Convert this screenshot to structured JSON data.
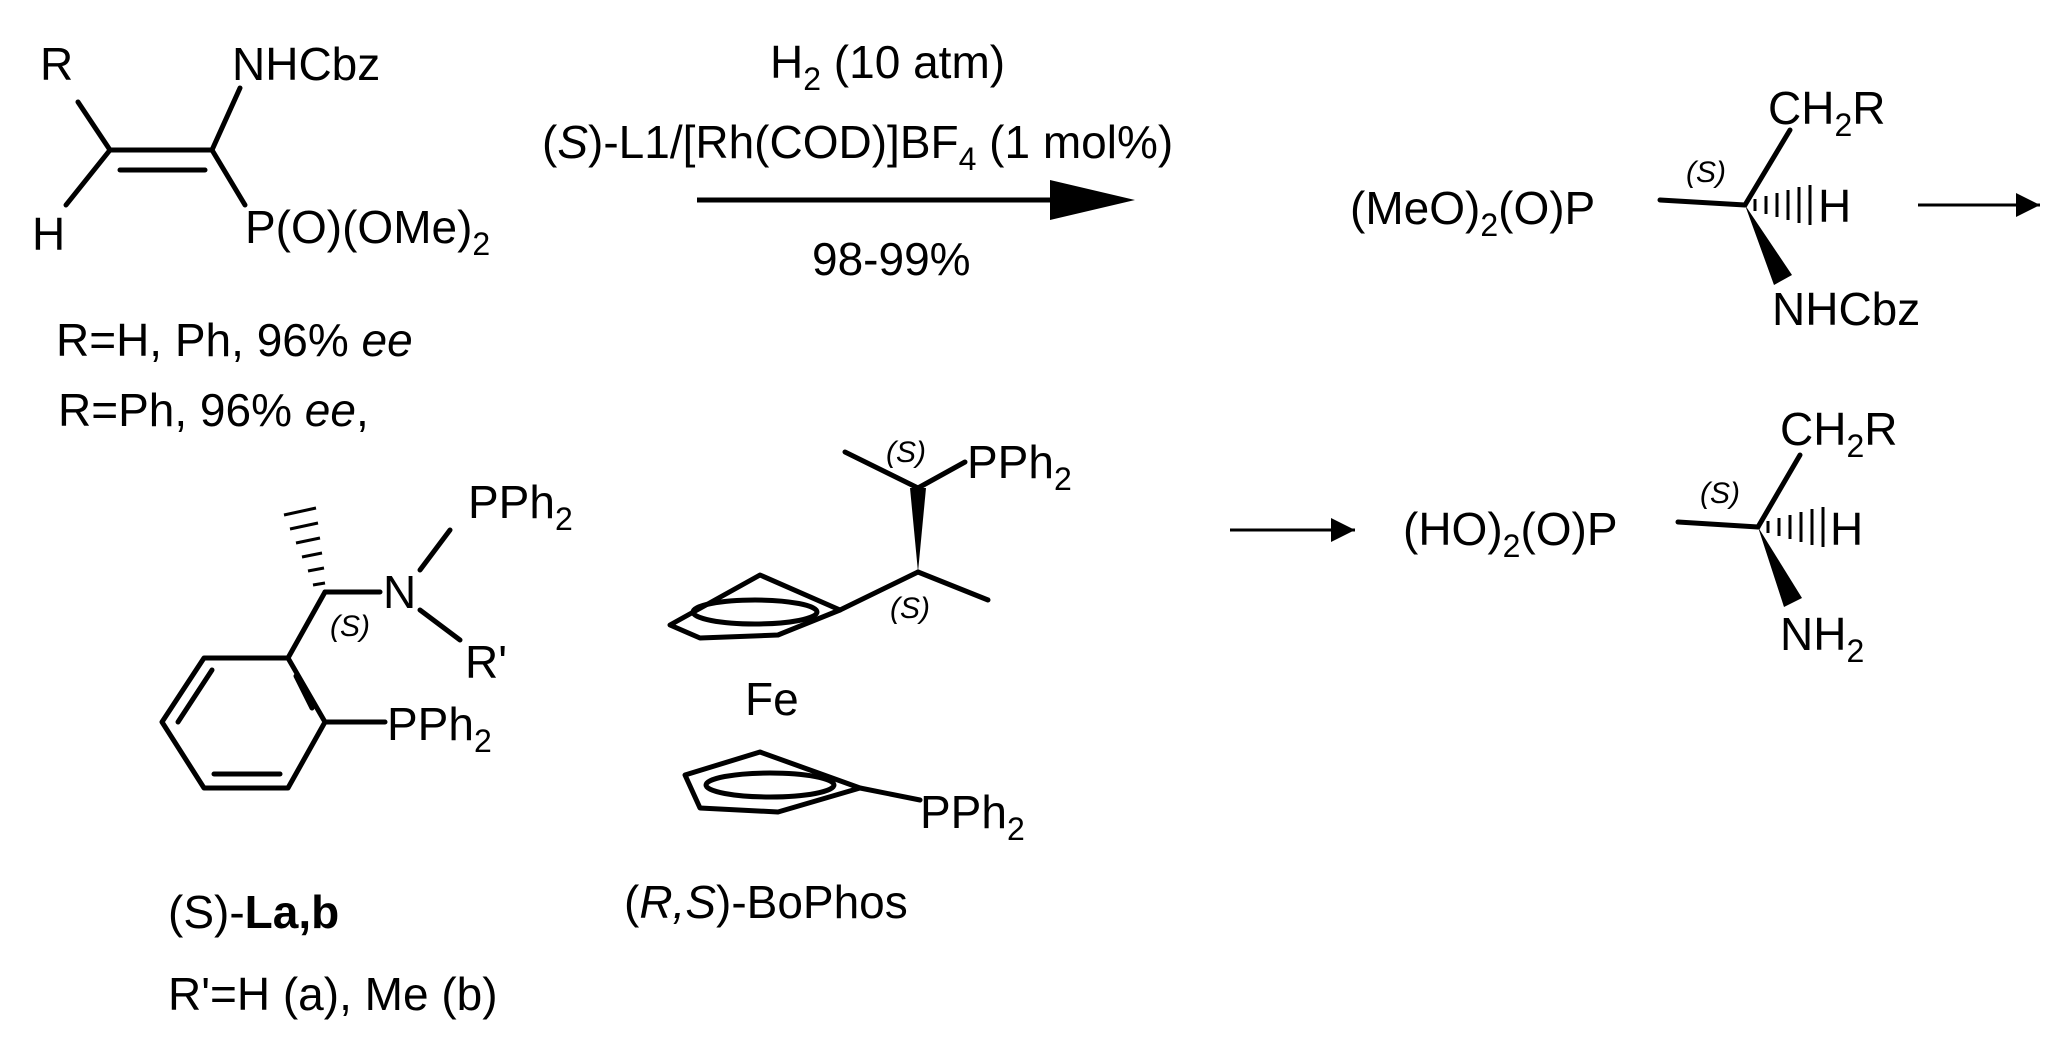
{
  "substrate": {
    "r": "R",
    "h": "H",
    "nhcbz": "NHCbz",
    "phosphonate": "P(O)(OMe)",
    "sub2": "2",
    "caption1_prefix": "R=H, Ph, 96% ",
    "caption1_ee": "ee",
    "caption2_prefix": "R=Ph, 96% ",
    "caption2_ee": "ee",
    "caption2_suffix": ","
  },
  "reaction": {
    "h2_prefix": "H",
    "h2_sub": "2",
    "h2_suffix": " (10 atm)",
    "cat_paren_open": "(",
    "cat_s": "S",
    "cat_mid": ")-L1/[Rh(COD)]BF",
    "cat_sub": "4",
    "cat_suffix": " (1 mol%)",
    "yield": "98-99%"
  },
  "product1": {
    "left_a": "(MeO)",
    "left_sub": "2",
    "left_b": "(O)P",
    "stereo": "(S)",
    "ch2r_a": "CH",
    "ch2r_sub": "2",
    "ch2r_b": "R",
    "h": "H",
    "nhcbz": "NHCbz"
  },
  "product2": {
    "left_a": "(HO)",
    "left_sub": "2",
    "left_b": "(O)P",
    "stereo": "(S)",
    "ch2r_a": "CH",
    "ch2r_sub": "2",
    "ch2r_b": "R",
    "h": "H",
    "nh2_a": "NH",
    "nh2_sub": "2"
  },
  "ligand_la": {
    "pph2_top": "PPh",
    "pph2_top_sub": "2",
    "n": "N",
    "r_prime": "R'",
    "stereo": "(S)",
    "pph2_ring": "PPh",
    "pph2_ring_sub": "2",
    "name_a": "(S)-",
    "name_b": "La,b",
    "caption": "R'=H (a), Me (b)"
  },
  "ligand_bophos": {
    "pph2_top": "PPh",
    "pph2_top_sub": "2",
    "stereo_top": "(S)",
    "stereo_low": "(S)",
    "fe": "Fe",
    "pph2_cp": "PPh",
    "pph2_cp_sub": "2",
    "name_a": "(",
    "name_rs": "R,S",
    "name_b": ")-BoPhos"
  }
}
